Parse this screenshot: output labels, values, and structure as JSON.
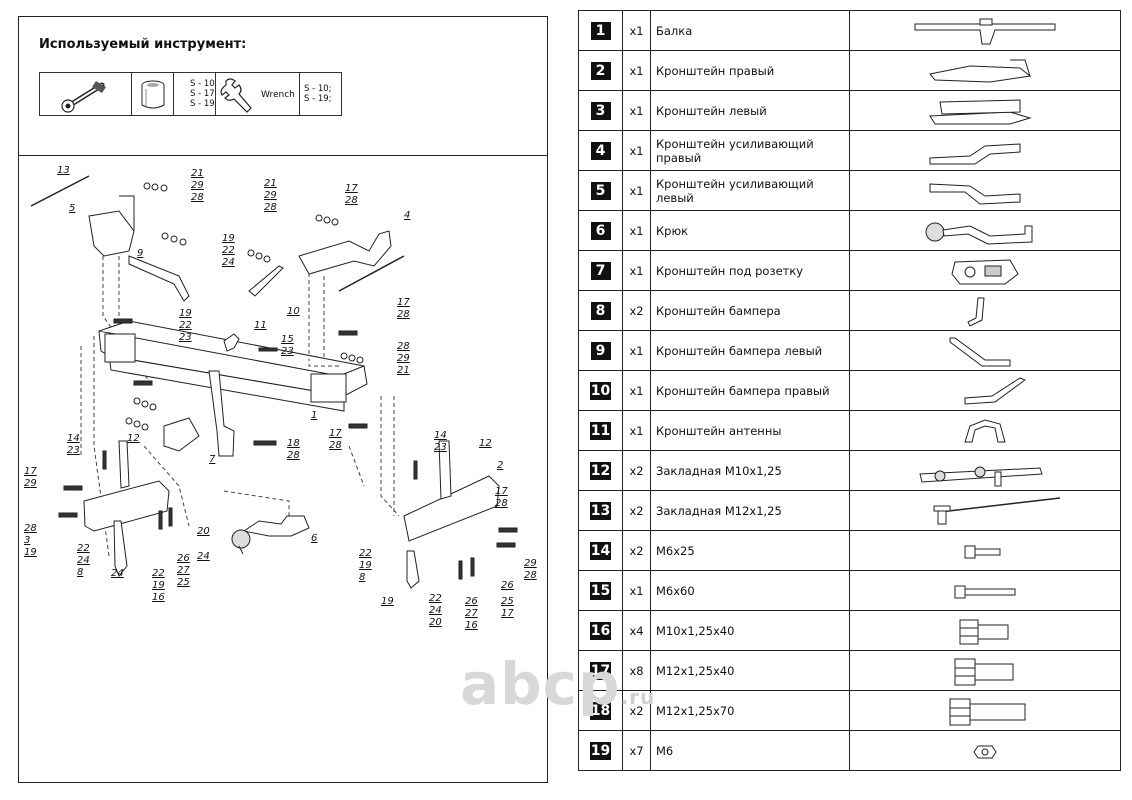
{
  "tools": {
    "title": "Используемый инструмент:",
    "socket_sizes": [
      "S - 10;",
      "S - 17;",
      "S - 19."
    ],
    "wrench_label": "Wrench",
    "wrench_sizes": [
      "S - 10;",
      "S - 19;"
    ]
  },
  "parts": [
    {
      "num": "1",
      "qty": "x1",
      "name": "Балка",
      "icon": "beam-icon"
    },
    {
      "num": "2",
      "qty": "x1",
      "name": "Кронштейн правый",
      "icon": "bracket-right-icon"
    },
    {
      "num": "3",
      "qty": "x1",
      "name": "Кронштейн левый",
      "icon": "bracket-left-icon"
    },
    {
      "num": "4",
      "qty": "x1",
      "name": "Кронштейн усиливающий правый",
      "icon": "reinforcing-bracket-right-icon"
    },
    {
      "num": "5",
      "qty": "x1",
      "name": "Кронштейн усиливающий левый",
      "icon": "reinforcing-bracket-left-icon"
    },
    {
      "num": "6",
      "qty": "x1",
      "name": "Крюк",
      "icon": "hook-icon"
    },
    {
      "num": "7",
      "qty": "x1",
      "name": "Кронштейн под розетку",
      "icon": "socket-bracket-icon"
    },
    {
      "num": "8",
      "qty": "x2",
      "name": "Кронштейн бампера",
      "icon": "bumper-bracket-icon"
    },
    {
      "num": "9",
      "qty": "x1",
      "name": "Кронштейн бампера левый",
      "icon": "bumper-bracket-left-icon"
    },
    {
      "num": "10",
      "qty": "x1",
      "name": "Кронштейн бампера правый",
      "icon": "bumper-bracket-right-icon"
    },
    {
      "num": "11",
      "qty": "x1",
      "name": "Кронштейн антенны",
      "icon": "antenna-bracket-icon"
    },
    {
      "num": "12",
      "qty": "x2",
      "name": "Закладная М10х1,25",
      "icon": "embedded-plate-m10-icon"
    },
    {
      "num": "13",
      "qty": "x2",
      "name": "Закладная М12х1,25",
      "icon": "embedded-m12-icon"
    },
    {
      "num": "14",
      "qty": "x2",
      "name": "М6х25",
      "icon": "bolt-m6x25-icon"
    },
    {
      "num": "15",
      "qty": "x1",
      "name": "М6х60",
      "icon": "bolt-m6x60-icon"
    },
    {
      "num": "16",
      "qty": "x4",
      "name": "М10х1,25х40",
      "icon": "bolt-m10-icon"
    },
    {
      "num": "17",
      "qty": "x8",
      "name": "М12х1,25х40",
      "icon": "bolt-m12x40-icon"
    },
    {
      "num": "18",
      "qty": "x2",
      "name": "М12х1,25х70",
      "icon": "bolt-m12x70-icon"
    },
    {
      "num": "19",
      "qty": "x7",
      "name": "М6",
      "icon": "nut-m6-icon"
    }
  ],
  "callouts": [
    "13",
    "5",
    "21",
    "29",
    "28",
    "9",
    "19",
    "22",
    "24",
    "10",
    "4",
    "17",
    "28",
    "19",
    "22",
    "23",
    "11",
    "15",
    "23",
    "21",
    "29",
    "28",
    "28",
    "29",
    "21",
    "17",
    "28",
    "14",
    "23",
    "12",
    "7",
    "18",
    "28",
    "17",
    "28",
    "6",
    "1",
    "14",
    "23",
    "12",
    "2",
    "17",
    "28",
    "17",
    "29",
    "28",
    "3",
    "19",
    "22",
    "24",
    "8",
    "24",
    "22",
    "19",
    "16",
    "20",
    "26",
    "27",
    "25",
    "24",
    "22",
    "19",
    "8",
    "19",
    "22",
    "24",
    "20",
    "26",
    "27",
    "16",
    "26",
    "25",
    "17",
    "29",
    "28"
  ],
  "watermark": {
    "main": "abcp",
    "suffix": ".ru"
  }
}
